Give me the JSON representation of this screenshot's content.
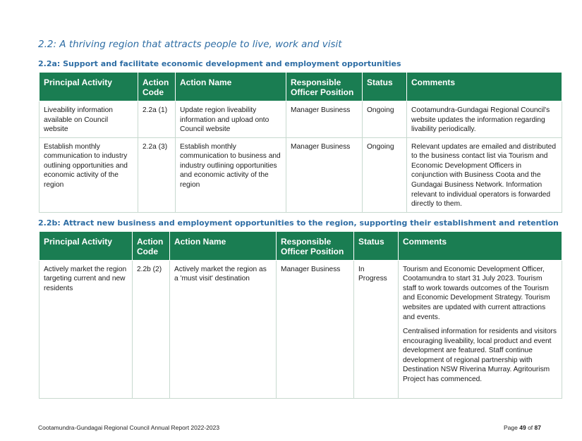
{
  "title": "2.2: A thriving region that attracts people to live, work and visit",
  "headers": [
    "Principal Activity",
    "Action Code",
    "Action Name",
    "Responsible Officer Position",
    "Status",
    "Comments"
  ],
  "section_a": {
    "heading": "2.2a: Support and facilitate economic development and employment opportunities",
    "rows": [
      {
        "activity": "Liveability information available on Council website",
        "code": "2.2a (1)",
        "name": "Update region liveability information and upload onto Council website",
        "officer": "Manager Business",
        "status": "Ongoing",
        "comments": [
          "Cootamundra-Gundagai Regional Council's website updates the information regarding livability periodically."
        ]
      },
      {
        "activity": "Establish monthly communication to industry outlining opportunities and economic activity of the region",
        "code": "2.2a (3)",
        "name": "Establish monthly communication to business and industry outlining opportunities and economic activity of the region",
        "officer": "Manager Business",
        "status": "Ongoing",
        "comments": [
          "Relevant updates are emailed and distributed to the business contact list via Tourism and Economic Development Officers in conjunction with Business Coota and the Gundagai Business Network. Information relevant to individual operators is forwarded directly to them."
        ]
      }
    ]
  },
  "section_b": {
    "heading": "2.2b: Attract new business and employment opportunities to the region, supporting their establishment and retention",
    "rows": [
      {
        "activity": "Actively market the region targeting current and new residents",
        "code": "2.2b (2)",
        "name": "Actively market the region as a 'must visit' destination",
        "officer": "Manager Business",
        "status": "In Progress",
        "comments": [
          "Tourism and Economic Development Officer, Cootamundra to start 31 July 2023. Tourism staff to work towards outcomes of the Tourism and Economic Development Strategy. Tourism websites are updated with current attractions and events.",
          "Centralised information for residents and visitors encouraging liveability, local product and event development are featured. Staff continue development of regional partnership with Destination NSW Riverina Murray.  Agritourism Project has commenced."
        ]
      }
    ]
  },
  "footer": {
    "left": "Cootamundra-Gundagai Regional Council Annual Report 2022-2023",
    "page_prefix": "Page",
    "page_current": "49",
    "page_of": "of",
    "page_total": "87"
  },
  "colors": {
    "header_green": "#1a7d52",
    "heading_blue": "#2e6da4"
  }
}
